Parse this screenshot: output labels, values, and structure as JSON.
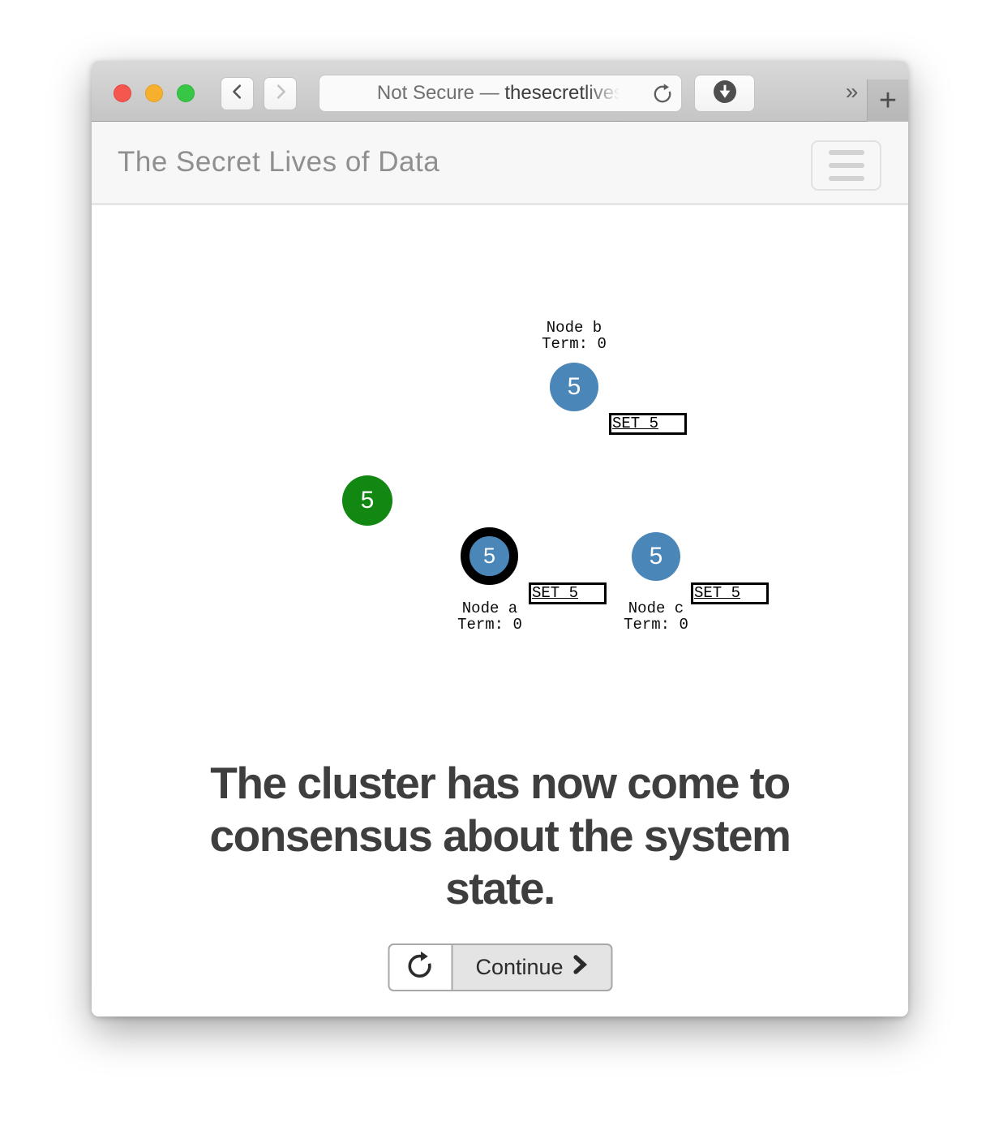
{
  "browser": {
    "url_prefix": "Not Secure — ",
    "url_domain": "thesecret",
    "url_domain_fade": "lives",
    "overflow_label": "»",
    "new_tab_label": "+"
  },
  "site": {
    "title": "The Secret Lives of Data"
  },
  "cluster": {
    "client": {
      "value": "5"
    },
    "nodes": [
      {
        "id": "a",
        "role": "leader",
        "value": "5",
        "label": "Node a\nTerm: 0",
        "log_entry": "SET 5"
      },
      {
        "id": "b",
        "role": "follower",
        "value": "5",
        "label": "Node b\nTerm: 0",
        "log_entry": "SET 5"
      },
      {
        "id": "c",
        "role": "follower",
        "value": "5",
        "label": "Node c\nTerm: 0",
        "log_entry": "SET 5"
      }
    ]
  },
  "caption": "The cluster has now come to\nconsensus about the system\nstate.",
  "controls": {
    "continue_label": "Continue"
  },
  "colors": {
    "node_follower_blue": "#4a86b8",
    "client_green": "#128712",
    "leader_ring": "#000000",
    "caption_text": "#3e3e3e",
    "traffic_close": "#f5564d",
    "traffic_minimize": "#f6b02e",
    "traffic_zoom": "#38c647"
  }
}
